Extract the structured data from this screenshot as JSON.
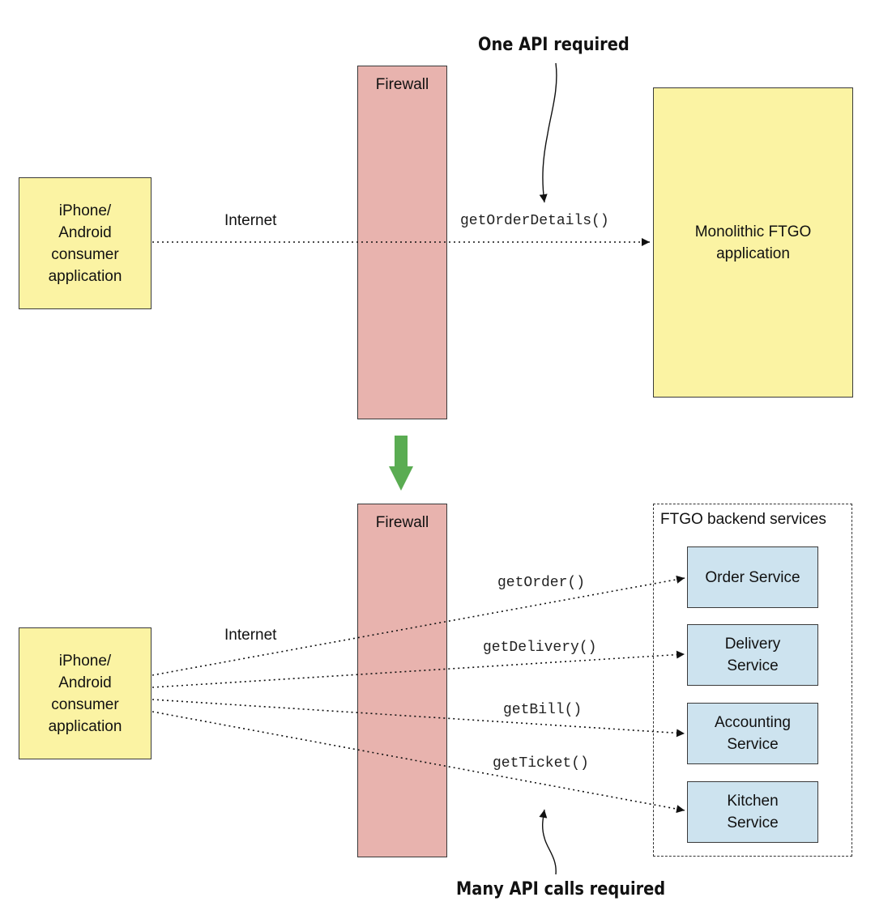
{
  "top": {
    "client_label": "iPhone/\nAndroid\nconsumer\napplication",
    "internet_label": "Internet",
    "firewall_label": "Firewall",
    "call_label": "getOrderDetails()",
    "monolith_label": "Monolithic FTGO\napplication",
    "callout": "One API required"
  },
  "bottom": {
    "client_label": "iPhone/\nAndroid\nconsumer\napplication",
    "internet_label": "Internet",
    "firewall_label": "Firewall",
    "group_title": "FTGO backend services",
    "services": [
      {
        "label": "Order Service",
        "call": "getOrder()"
      },
      {
        "label": "Delivery\nService",
        "call": "getDelivery()"
      },
      {
        "label": "Accounting\nService",
        "call": "getBill()"
      },
      {
        "label": "Kitchen\nService",
        "call": "getTicket()"
      }
    ],
    "callout": "Many API calls required"
  },
  "colors": {
    "client_fill": "#fbf3a3",
    "firewall_fill": "#e8b3ae",
    "service_fill": "#cde3ef",
    "transition_arrow": "#5aac52"
  },
  "icons": {
    "transition": "down-arrow-icon"
  }
}
